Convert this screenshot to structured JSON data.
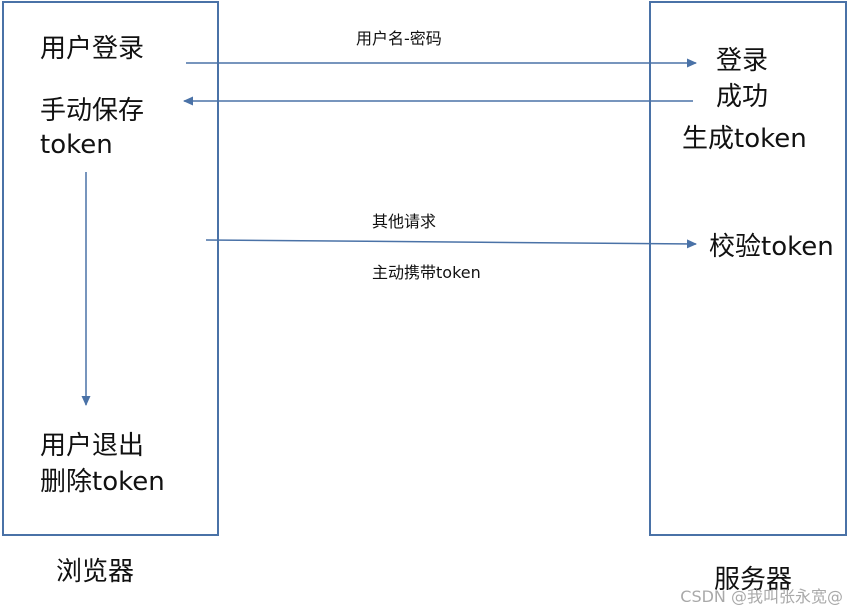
{
  "browser": {
    "title": "浏览器",
    "login": "用户登录",
    "save_line1": "手动保存",
    "save_line2": "token",
    "logout_line1": "用户退出",
    "logout_line2": "删除token"
  },
  "server": {
    "title": "服务器",
    "login_success_line1": "登录",
    "login_success_line2": "成功",
    "generate_token": "生成token",
    "verify_token": "校验token"
  },
  "messages": {
    "credentials": "用户名-密码",
    "other_requests": "其他请求",
    "carry_token": "主动携带token"
  },
  "watermark": "CSDN @我叫张永宽@",
  "colors": {
    "border": "#4a72a7",
    "arrow": "#4a72a7"
  }
}
